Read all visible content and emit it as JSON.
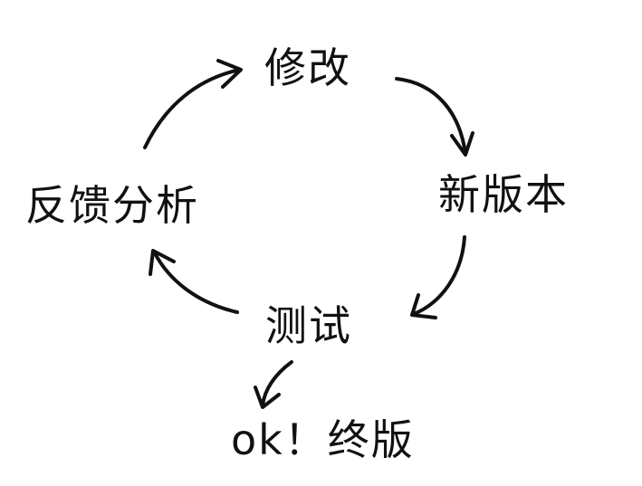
{
  "nodes": {
    "modify": "修改",
    "new_version": "新版本",
    "test": "测试",
    "feedback": "反馈分析",
    "final": "ok！终版"
  },
  "colors": {
    "ink": "#111111",
    "background": "#ffffff"
  }
}
